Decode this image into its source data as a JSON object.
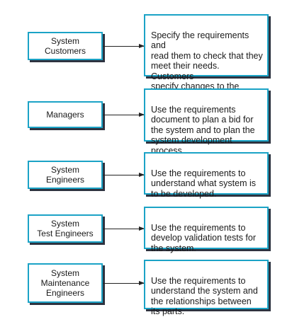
{
  "rows": [
    {
      "actor": "System\nCustomers",
      "description": "Specify the requirements and\nread them to check that they\nmeet their needs. Customers\nspecify changes to the\nrequirements."
    },
    {
      "actor": "Managers",
      "description": "Use the requirements\ndocument to plan a bid for\nthe system and to plan the\nsystem development process."
    },
    {
      "actor": "System\nEngineers",
      "description": "Use the requirements to\nunderstand what system is\nto be developed."
    },
    {
      "actor": "System\nTest Engineers",
      "description": "Use the requirements to\ndevelop validation tests for\nthe system."
    },
    {
      "actor": "System\nMaintenance\nEngineers",
      "description": "Use the requirements to\nunderstand the system and\nthe relationships between\nits parts."
    }
  ],
  "colors": {
    "border": "#1ba3c6",
    "shadow": "#2e3340",
    "arrow": "#222222"
  }
}
